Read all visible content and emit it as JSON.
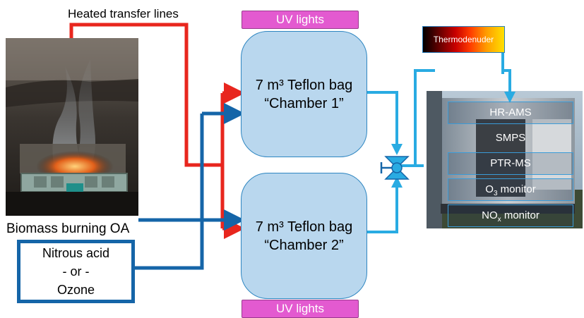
{
  "labels": {
    "heated_lines": "Heated transfer lines",
    "biomass": "Biomass burning OA"
  },
  "uv_lights": {
    "top": "UV lights",
    "bottom": "UV lights"
  },
  "chamber1": {
    "line1": "7 m³ Teflon bag",
    "line2": "“Chamber 1”"
  },
  "chamber2": {
    "line1": "7 m³ Teflon bag",
    "line2": "“Chamber 2”"
  },
  "oxidant_source": {
    "line1": "Nitrous acid",
    "line2": "- or -",
    "line3": "Ozone"
  },
  "thermodenuder": "Thermodenuder",
  "instruments": {
    "hr_ams": "HR-AMS",
    "smps": "SMPS",
    "ptr_ms": "PTR-MS",
    "o3_prefix": "O",
    "o3_sub": "3",
    "o3_suffix": " monitor",
    "nox_prefix": "NO",
    "nox_sub": "x",
    "nox_suffix": " monitor"
  },
  "colors": {
    "heated_line": "#e8261e",
    "oxidant_line": "#1565a8",
    "sample_line": "#29abe2",
    "chamber_fill": "#b9d7ee",
    "uv_fill": "#e35ad0"
  }
}
